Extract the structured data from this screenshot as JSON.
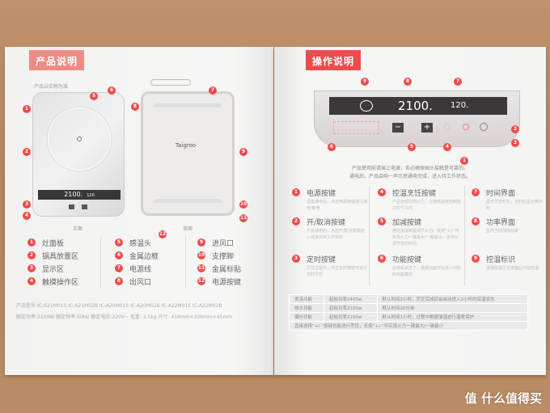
{
  "colors": {
    "accent": "#ee4b4b",
    "header_left": "#f08a85",
    "header_right": "#ee4b4b",
    "wood": "#b98a62"
  },
  "left": {
    "header": "产品说明",
    "note": "产品以实物为准",
    "front_caption": "正面",
    "back_caption": "背面",
    "brand": "Taigroo",
    "display": {
      "power": "2100.",
      "time": "120"
    },
    "legend": [
      {
        "n": "1",
        "label": "灶面板"
      },
      {
        "n": "2",
        "label": "锅具放置区"
      },
      {
        "n": "3",
        "label": "显示区"
      },
      {
        "n": "4",
        "label": "触摸操作区"
      },
      {
        "n": "5",
        "label": "感温头"
      },
      {
        "n": "6",
        "label": "金属边框"
      },
      {
        "n": "7",
        "label": "电源线"
      },
      {
        "n": "8",
        "label": "出风口"
      },
      {
        "n": "9",
        "label": "进风口"
      },
      {
        "n": "10",
        "label": "支撑脚"
      },
      {
        "n": "11",
        "label": "金属标贴"
      },
      {
        "n": "12",
        "label": "电源按键"
      }
    ],
    "models": "产品型号:IC-A21M01S  IC-A21M02B  IC-A20M01S  IC-A20M02B  IC-A22M01S  IC-A22M02B",
    "specs": "额定功率:2100W  额定频率:50Hz  额定电压:220V~  毛重: 3.5kg  尺寸: 416mm×306mm×45mm"
  },
  "right": {
    "header": "操作说明",
    "display": {
      "power": "2100.",
      "time": "120."
    },
    "minus": "−",
    "plus": "+",
    "intro": [
      "产品使用前请插上电源，务必确保插头接触是可靠的。",
      "通电后，产品会响一声示意通电完成，进入待工作状态。"
    ],
    "items": [
      {
        "n": "1",
        "title": "电源按键",
        "desc": "插座通电后，点击电源按键进行通电/断电"
      },
      {
        "n": "2",
        "title": "开/取消按键",
        "desc": "产品通电后，点击开/取消按键进入或退出待工作状态"
      },
      {
        "n": "3",
        "title": "定时按键",
        "desc": "烹饪过程中，点击定时按键可进行定时烹饪"
      },
      {
        "n": "4",
        "title": "控温烹饪按键",
        "desc": "产品自动控制火力，让加热温度控制在230℃以内"
      },
      {
        "n": "5",
        "title": "加减按键",
        "desc": "通过加减按键调节火力，长按“+/-”可实现火力一键最大/一键最小，也可以调节定时时间"
      },
      {
        "n": "6",
        "title": "功能按键",
        "desc": "在待机状态下，选择功能开始进入对应的功能模式"
      },
      {
        "n": "7",
        "title": "时间界面",
        "desc": "显示烹饪时长，定时后显示倒计时"
      },
      {
        "n": "8",
        "title": "功率界面",
        "desc": "显示当前加热功率"
      },
      {
        "n": "9",
        "title": "控温标识",
        "desc": "选择控温烹饪按键后开始控温"
      }
    ],
    "table": {
      "rows": [
        [
          "煲汤功能",
          "起始功率1400w",
          "默认时间2小时，烹饪完成后会自动进入2小时的保温状态"
        ],
        [
          "烧水功能",
          "起始功率2100w",
          "默认时间20分钟"
        ],
        [
          "爆炒功能",
          "起始功率2100w",
          "默认时间1小时，过程中根据油温进行温度保护"
        ]
      ],
      "footer": "直接选择“+/-”按键也能进行烹饪，长按“+/-”可实现火力一键最大/一键最小"
    }
  },
  "watermark": "值 什么值得买"
}
